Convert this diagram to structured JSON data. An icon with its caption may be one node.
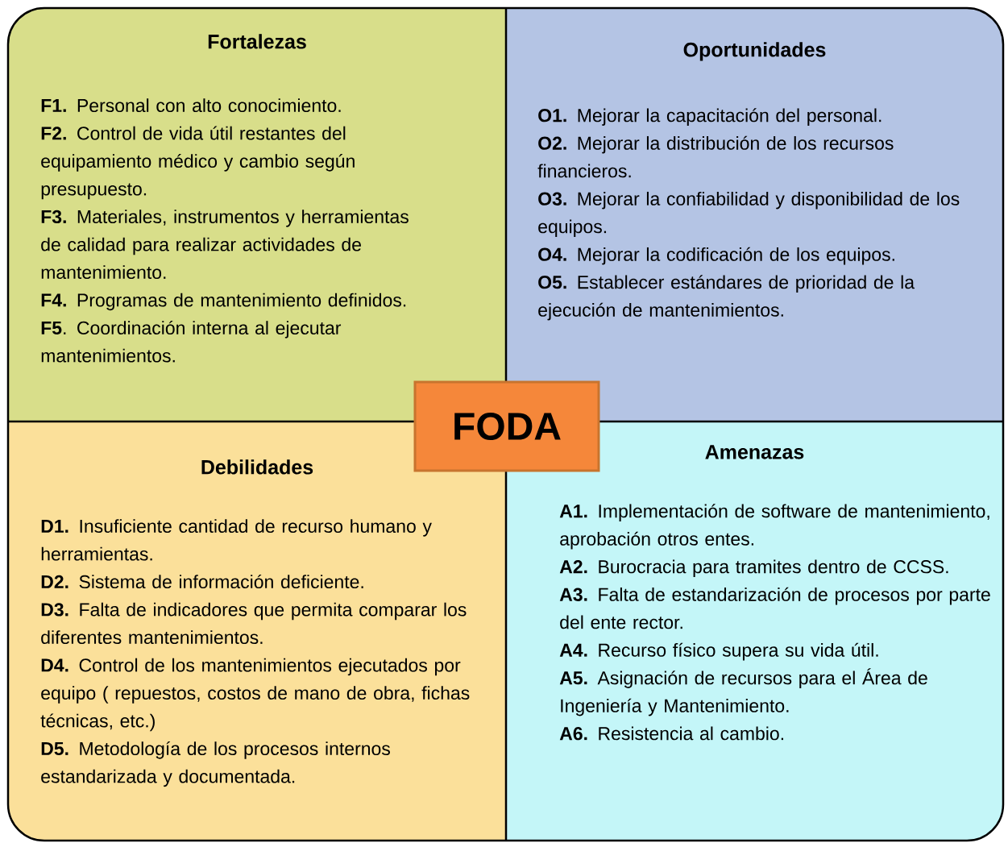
{
  "diagram": {
    "nodes": [
      {
        "text": [
          "Fortalezas",
          "**F1.** Personal con alto conocimiento.",
          "**F2.** Control de vida útil restantes del equipamiento médico y cambio según presupuesto.",
          "**F3.** Materiales, instrumentos y herramientas de calidad para realizar actividades de mantenimiento.",
          "**F4.** Programas de mantenimiento definidos.",
          "**F5**. Coordinación interna al ejecutar mantenimientos."
        ]
      },
      {
        "text": [
          "Oportunidades",
          "**O1.** Mejorar la capacitación del personal.",
          "**O2.** Mejorar la distribución de los recursos financieros.",
          "**O3.** Mejorar la confiabilidad y disponibilidad de los equipos.",
          "**O4.** Mejorar la codificación de los equipos.",
          "**O5.** Establecer estándares de prioridad de la ejecución de mantenimientos."
        ]
      },
      {
        "text": [
          "Debilidades",
          "**D1.** Insuficiente cantidad de recurso humano y herramientas.",
          "**D2.** Sistema de información deficiente.",
          "**D3.** Falta de indicadores que permita comparar los diferentes mantenimientos.",
          "**D4.** Control de los mantenimientos ejecutados por equipo ( repuestos, costos de mano de obra, fichas técnicas, etc.)",
          "**D5.** Metodología de los procesos internos estandarizada y documentada."
        ]
      },
      {
        "text": [
          "Amenazas",
          "**A1.** Implementación de software de mantenimiento, aprobación otros entes.",
          "**A2.** Burocracia  para tramites dentro de CCSS.",
          "**A3.** Falta de estandarización de procesos por parte del ente rector.",
          "**A4.** Recurso físico supera su vida útil.",
          "**A5.** Asignación de recursos para el Área de Ingeniería y Mantenimiento.",
          "**A6.** Resistencia al cambio."
        ]
      },
      {
        "text": [
          "FODA"
        ]
      }
    ]
  }
}
